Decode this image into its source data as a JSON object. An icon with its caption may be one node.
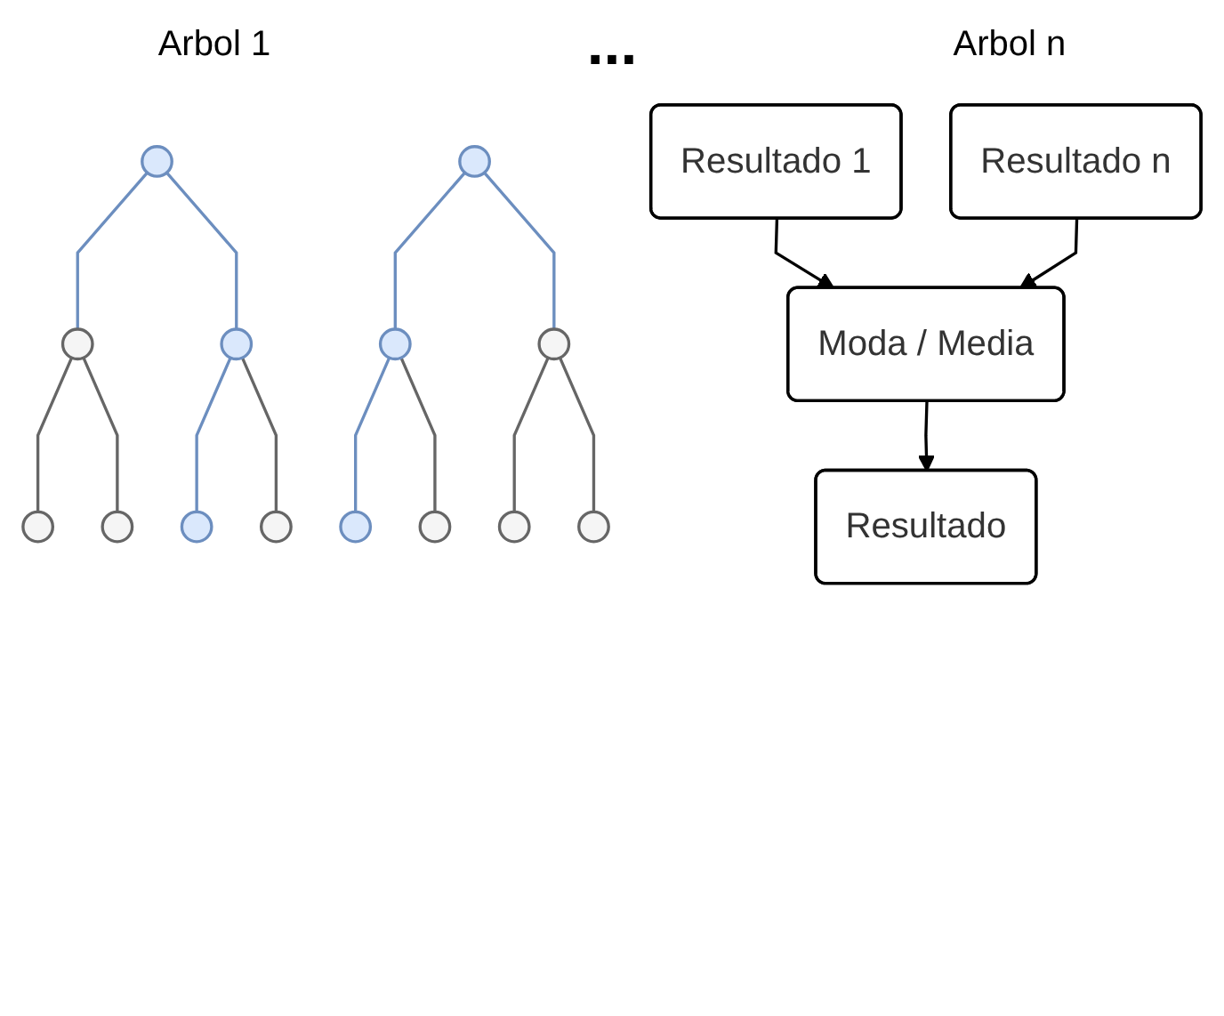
{
  "diagram": {
    "nodes": [
      {
        "text": [],
        "shape": "circle"
      },
      {
        "text": [],
        "shape": "circle"
      },
      {
        "text": [],
        "shape": "circle"
      },
      {
        "text": [],
        "shape": "circle"
      },
      {
        "text": [],
        "shape": "circle"
      },
      {
        "text": [],
        "shape": "circle"
      },
      {
        "text": [],
        "shape": "circle"
      },
      {
        "text": [],
        "shape": "circle"
      },
      {
        "text": [],
        "shape": "circle"
      },
      {
        "text": [],
        "shape": "circle"
      },
      {
        "text": [],
        "shape": "circle"
      },
      {
        "text": [],
        "shape": "circle"
      },
      {
        "text": [],
        "shape": "circle"
      },
      {
        "text": [],
        "shape": "circle"
      },
      {
        "text": [
          "Resultado 1"
        ]
      },
      {
        "text": [
          "Resultado n"
        ]
      },
      {
        "text": [
          "Moda / Media"
        ]
      },
      {
        "text": [
          "Resultado"
        ]
      }
    ],
    "edges": [
      {
        "from": 0,
        "to": 1,
        "arrow": "none",
        "color": "#6c8ebf"
      },
      {
        "from": 0,
        "to": 2,
        "arrow": "none",
        "color": "#6c8ebf"
      },
      {
        "from": 1,
        "to": 3,
        "arrow": "none",
        "color": "#666666"
      },
      {
        "from": 1,
        "to": 4,
        "arrow": "none",
        "color": "#666666"
      },
      {
        "from": 2,
        "to": 5,
        "arrow": "none",
        "color": "#6c8ebf"
      },
      {
        "from": 2,
        "to": 6,
        "arrow": "none",
        "color": "#666666"
      },
      {
        "from": 7,
        "to": 8,
        "arrow": "none",
        "color": "#6c8ebf"
      },
      {
        "from": 7,
        "to": 9,
        "arrow": "none",
        "color": "#6c8ebf"
      },
      {
        "from": 8,
        "to": 10,
        "arrow": "none",
        "color": "#6c8ebf"
      },
      {
        "from": 8,
        "to": 11,
        "arrow": "none",
        "color": "#666666"
      },
      {
        "from": 9,
        "to": 12,
        "arrow": "none",
        "color": "#666666"
      },
      {
        "from": 9,
        "to": 13,
        "arrow": "none",
        "color": "#666666"
      },
      {
        "from": 14,
        "to": 16,
        "arrow": "to",
        "color": "#000000"
      },
      {
        "from": 15,
        "to": 16,
        "arrow": "to",
        "color": "#000000"
      },
      {
        "from": 16,
        "to": 17,
        "arrow": "to",
        "color": "#000000"
      }
    ],
    "labels": [
      "Arbol 1",
      "Arbol n",
      "..."
    ]
  }
}
